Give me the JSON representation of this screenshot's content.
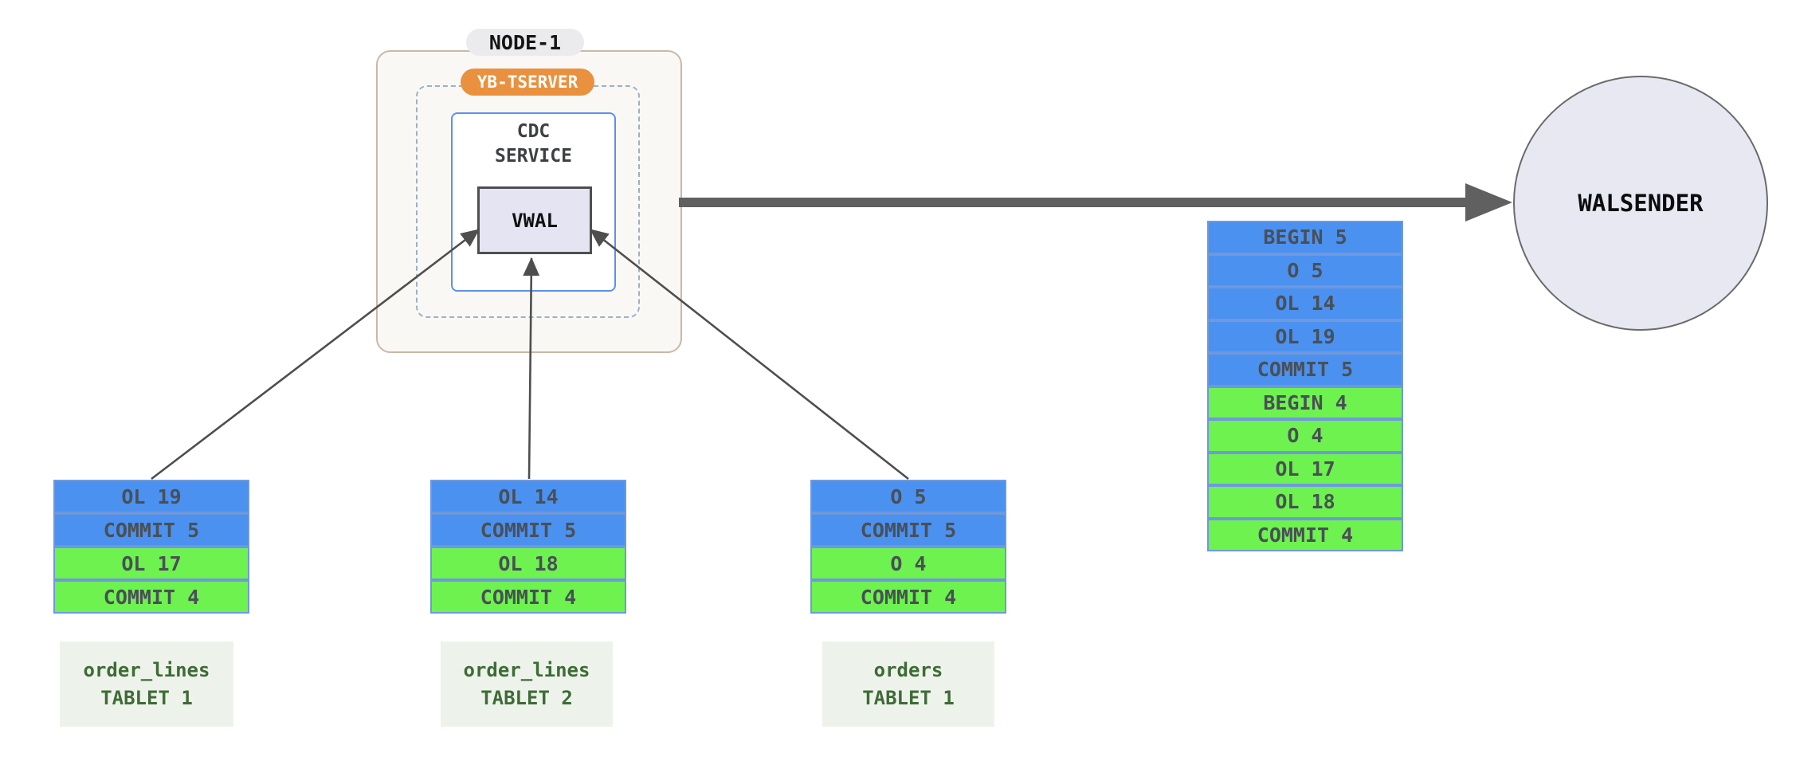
{
  "diagram": {
    "node": {
      "title": "NODE-1",
      "tserver_badge": "YB-TSERVER",
      "cdc_service": {
        "line1": "CDC",
        "line2": "SERVICE"
      },
      "vwal_label": "VWAL"
    },
    "walsender_label": "WALSENDER",
    "merged_stream": {
      "entries": [
        {
          "label": "BEGIN 5",
          "group": "txn5"
        },
        {
          "label": "O 5",
          "group": "txn5"
        },
        {
          "label": "OL 14",
          "group": "txn5"
        },
        {
          "label": "OL 19",
          "group": "txn5"
        },
        {
          "label": "COMMIT 5",
          "group": "txn5"
        },
        {
          "label": "BEGIN 4",
          "group": "txn4"
        },
        {
          "label": "O 4",
          "group": "txn4"
        },
        {
          "label": "OL 17",
          "group": "txn4"
        },
        {
          "label": "OL 18",
          "group": "txn4"
        },
        {
          "label": "COMMIT 4",
          "group": "txn4"
        }
      ]
    },
    "tablets": [
      {
        "table": "order_lines",
        "tablet": "TABLET 1",
        "entries": [
          {
            "label": "OL 19",
            "group": "txn5"
          },
          {
            "label": "COMMIT 5",
            "group": "txn5"
          },
          {
            "label": "OL 17",
            "group": "txn4"
          },
          {
            "label": "COMMIT 4",
            "group": "txn4"
          }
        ]
      },
      {
        "table": "order_lines",
        "tablet": "TABLET 2",
        "entries": [
          {
            "label": "OL 14",
            "group": "txn5"
          },
          {
            "label": "COMMIT 5",
            "group": "txn5"
          },
          {
            "label": "OL 18",
            "group": "txn4"
          },
          {
            "label": "COMMIT 4",
            "group": "txn4"
          }
        ]
      },
      {
        "table": "orders",
        "tablet": "TABLET 1",
        "entries": [
          {
            "label": "O 5",
            "group": "txn5"
          },
          {
            "label": "COMMIT 5",
            "group": "txn5"
          },
          {
            "label": "O 4",
            "group": "txn4"
          },
          {
            "label": "COMMIT 4",
            "group": "txn4"
          }
        ]
      }
    ],
    "colors": {
      "txn5-fill": "#4b91f0",
      "txn4-fill": "#6df250",
      "cell-border": "#6e99dd",
      "cell-text": "#4a4f55",
      "node-border": "#c9b8a6",
      "node-bg": "#faf8f5",
      "node-pill-bg": "#ebebee",
      "tserver-bg": "#e9913f",
      "dashed-border": "#9ab1c6",
      "cdc-border": "#5e8ef0",
      "vwal-bg": "#e4e4f2",
      "vwal-border": "#4f4f4f",
      "walsender-bg": "#e8e8f3",
      "walsender-border": "#6a6a6a",
      "arrow": "#4e4e4e",
      "thick-arrow": "#606060",
      "tablet-label-bg": "#edf3ea",
      "tablet-label-text": "#3e6b36"
    }
  }
}
